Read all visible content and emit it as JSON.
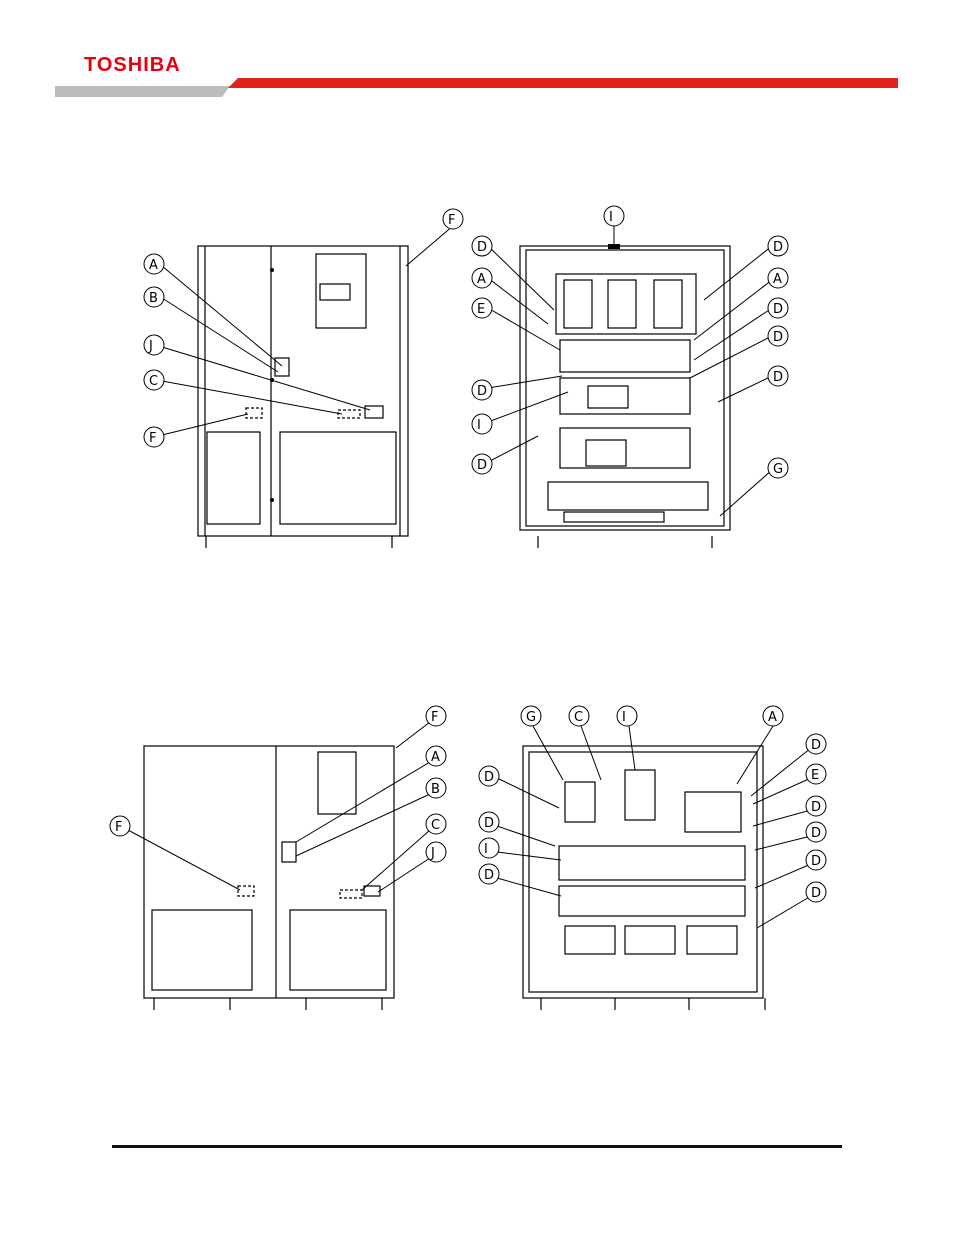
{
  "header": {
    "brand": "TOSHIBA",
    "brand_color": "#e60012",
    "bar_red": "#e2231a",
    "bar_gray": "#bcbcbc"
  },
  "figures": [
    {
      "id": "upper-front-exterior",
      "callouts": [
        "A",
        "B",
        "J",
        "C",
        "F",
        "F"
      ]
    },
    {
      "id": "upper-front-interior",
      "callouts_left": [
        "D",
        "A",
        "E",
        "D",
        "I",
        "D"
      ],
      "callouts_right": [
        "D",
        "A",
        "D",
        "D",
        "D",
        "G"
      ],
      "callouts_top": [
        "I"
      ]
    },
    {
      "id": "lower-front-exterior",
      "callouts": [
        "F",
        "F",
        "A",
        "B",
        "C",
        "J"
      ]
    },
    {
      "id": "lower-front-interior",
      "callouts_top": [
        "G",
        "C",
        "I",
        "A"
      ],
      "callouts_left": [
        "D",
        "D",
        "I",
        "D"
      ],
      "callouts_right": [
        "D",
        "E",
        "D",
        "D",
        "D",
        "D"
      ]
    }
  ]
}
